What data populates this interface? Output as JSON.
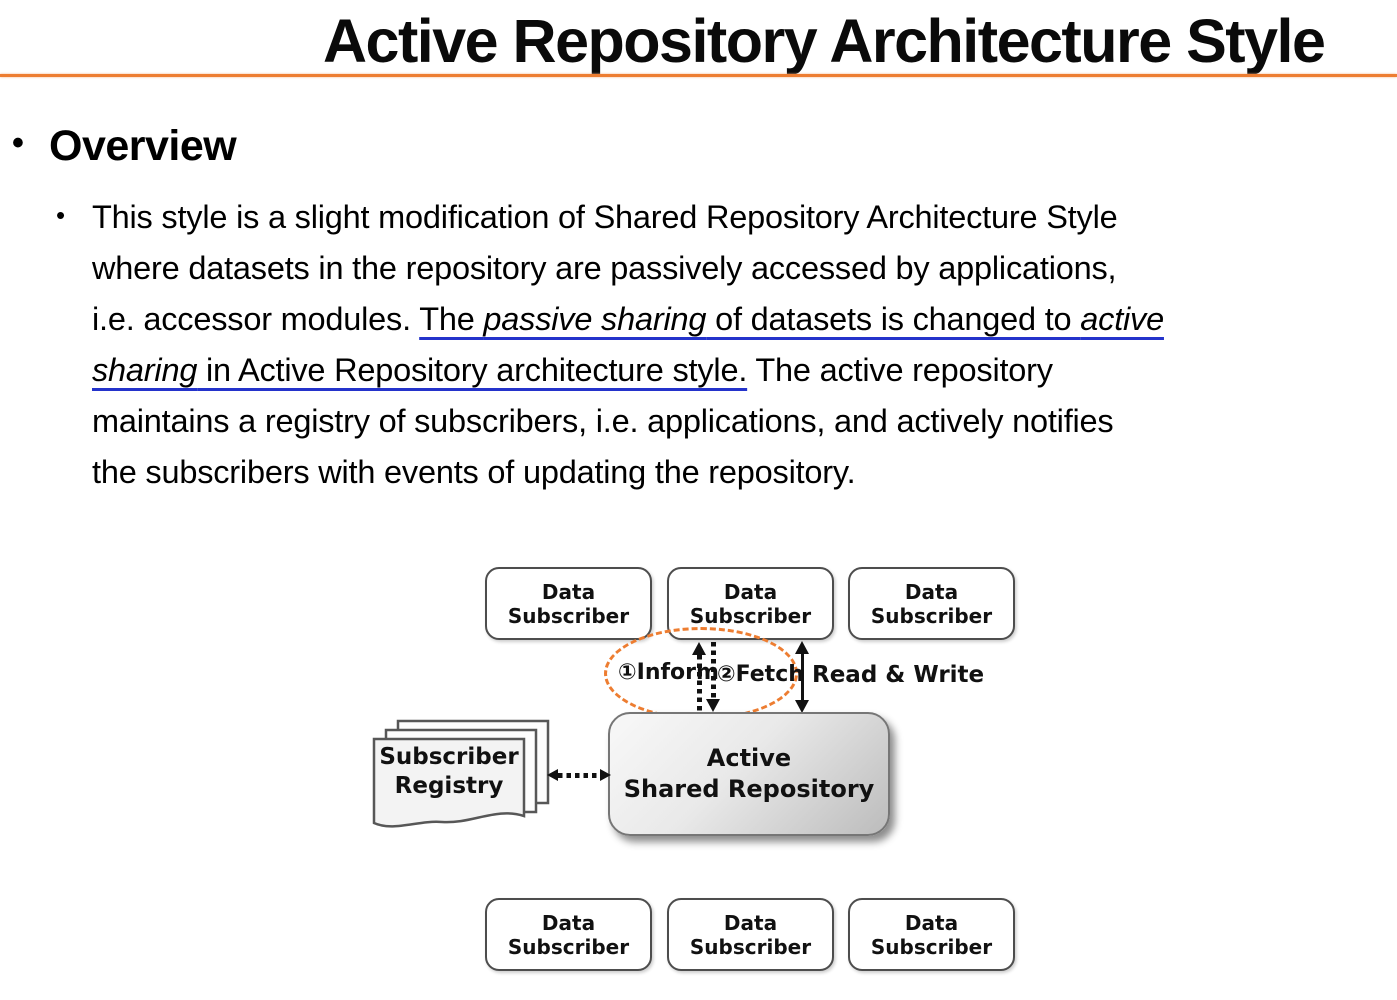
{
  "title": "Active Repository Architecture Style",
  "overview": {
    "bullet": "•",
    "heading": "Overview",
    "sub_bullet": "•",
    "paragraph": {
      "line1": "This style is a slight modification of Shared Repository Architecture Style",
      "line2": "where datasets in the repository are passively accessed by applications,",
      "line3_plain": "i.e. accessor modules. ",
      "line3_u_start": "The ",
      "line3_italic1": "passive sharing",
      "line3_u_mid": " of datasets is changed to ",
      "line3_italic2": "active",
      "line4_italic": "sharing",
      "line4_u": " in Active Repository architecture style.",
      "line4_plain": " The active repository",
      "line5": "maintains a registry of subscribers, i.e. applications, and actively notifies",
      "line6": "the subscribers with events of updating the repository."
    }
  },
  "diagram": {
    "subscriber_box": {
      "line1": "Data",
      "line2": "Subscriber"
    },
    "repository": {
      "line1": "Active",
      "line2": "Shared Repository"
    },
    "registry": {
      "line1": "Subscriber",
      "line2": "Registry"
    },
    "labels": {
      "inform": "①Inform",
      "fetch": "②Fetch",
      "read_write": "Read & Write"
    }
  },
  "colors": {
    "accent_orange": "#ED7D31",
    "underline_blue": "#2433CB"
  }
}
